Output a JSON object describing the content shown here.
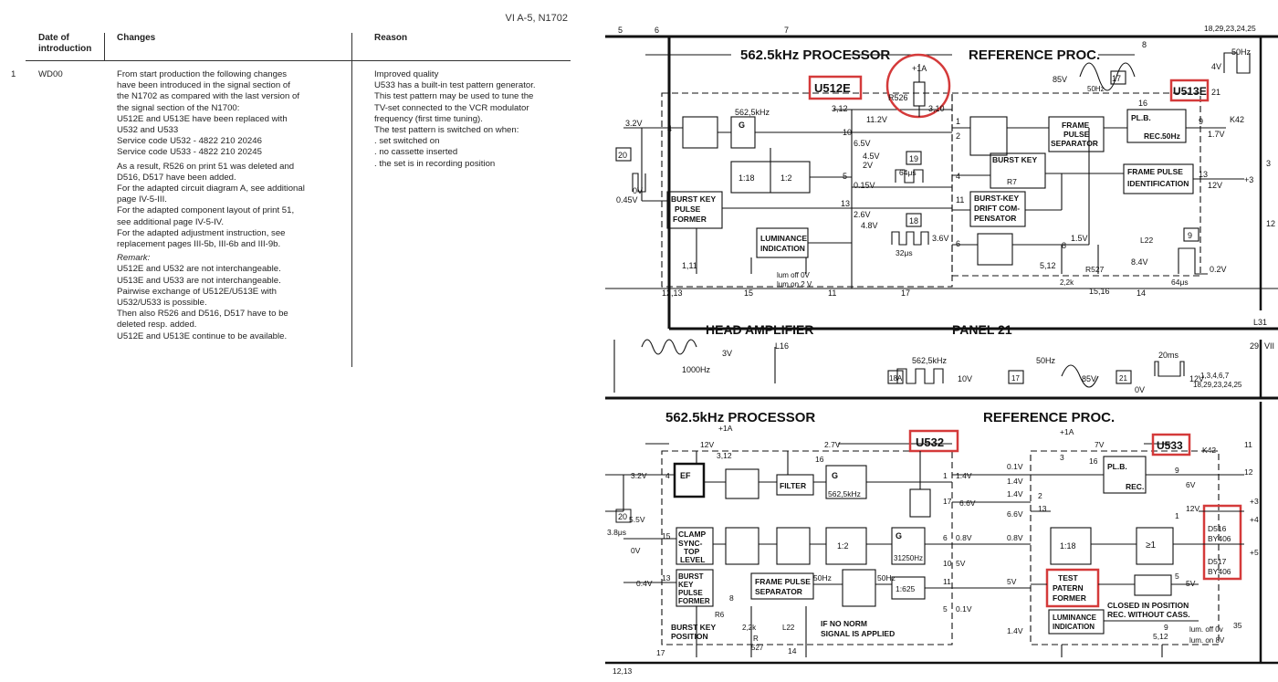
{
  "document": {
    "page_ref": "VI A-5, N1702",
    "headers": {
      "date": "Date of introduction",
      "changes": "Changes",
      "reason": "Reason"
    },
    "row": {
      "number": "1",
      "date": "WD00",
      "changes": [
        "From start production the following changes",
        "have been introduced in the signal section of",
        "the N1702 as compared with the last version of",
        "the signal section of the N1700:",
        "U512E and U513E have been replaced with",
        "U532 and U533",
        "Service code U532 - 4822 210 20246",
        "Service code U533 - 4822 210 20245"
      ],
      "changes_2": [
        "As a result, R526 on print 51 was deleted and",
        "D516, D517 have been added."
      ],
      "changes_3": [
        "For the adapted circuit diagram A, see additional",
        "page IV-5-III."
      ],
      "changes_4": [
        "For the adapted component layout of print 51,",
        "see additional page IV-5-IV."
      ],
      "changes_5": [
        "For the adapted adjustment instruction, see",
        "replacement pages III-5b, III-6b and III-9b."
      ],
      "remark_title": "Remark:",
      "remark": [
        "U512E and U532 are not interchangeable.",
        "U513E and U533 are not interchangeable.",
        "Pairwise exchange of U512E/U513E with",
        "U532/U533 is possible.",
        "Then also R526 and D516, D517 have to be",
        "deleted resp. added.",
        "U512E and U513E continue to be available."
      ],
      "reason": [
        "Improved quality",
        "U533 has a built-in test pattern generator.",
        "This test pattern may be used to tune the",
        "TV-set connected to the VCR modulator",
        "frequency (first time tuning).",
        "The test pattern is switched on when:",
        ". set switched on",
        ". no cassette inserted",
        ". the set is in recording position"
      ]
    }
  },
  "schematic_top": {
    "title_left": "562.5kHz  PROCESSOR",
    "title_right": "REFERENCE  PROC.",
    "ic_left": "U512E",
    "ic_right": "U513E",
    "resistor": "R526",
    "supply": "+1A",
    "blocks": {
      "frame_pulse_sep": [
        "FRAME",
        "PULSE",
        "SEPARATOR"
      ],
      "frame_pulse_id": [
        "FRAME  PULSE",
        "IDENTIFICATION"
      ],
      "burst_key_drift": [
        "BURST-KEY",
        "DRIFT COM-",
        "PENSATOR"
      ],
      "burst_key_pulse": [
        "BURST KEY",
        "PULSE",
        "FORMER"
      ],
      "luminance": [
        "LUMINANCE",
        "INDICATION"
      ],
      "burst_key": "BURST KEY",
      "divider_a": "1:18",
      "divider_b": "1:2",
      "pl_b": "PL.B.",
      "rec": "REC.",
      "f50": "50Hz",
      "f562": "562,5kHz",
      "g": "G",
      "r7": "R7"
    },
    "values": {
      "v32": "3.2V",
      "v045": "0.45V",
      "v0": "0V",
      "v112": "11.2V",
      "v65": "6.5V",
      "v45": "4.5V",
      "v2": "2V",
      "v015": "0.15V",
      "v26": "2.6V",
      "v48": "4.8V",
      "v36": "3.6V",
      "v15": "1.5V",
      "v84": "8.4V",
      "vm02": "0.2V",
      "v17": "1.7V",
      "v12": "12V",
      "v85": "85V",
      "v4": "4V",
      "f50hz": "50Hz",
      "f50hz2": "50Hz",
      "t64": "64μs",
      "t32": "32μs",
      "t64b": "64μs",
      "lum": [
        "lum off 0V",
        "lum on 2 V"
      ],
      "k42": "K42",
      "p3": "+3",
      "r527": "R527",
      "l22": "L22",
      "r22k": "2,2k",
      "bus": "18,29,23,24,25"
    },
    "tags": {
      "t17": "17",
      "t19": "19",
      "t18": "18",
      "t20": "20",
      "t9": "9",
      "t21": "21"
    },
    "pins": [
      "5",
      "6",
      "7",
      "8",
      "3,12",
      "3,10",
      "4",
      "10",
      "5",
      "4",
      "13",
      "6",
      "11",
      "1",
      "2",
      "16",
      "9",
      "13",
      "8",
      "5,12",
      "15,16",
      "14",
      "17",
      "1,11",
      "12,13",
      "15",
      "11",
      "3",
      "12",
      "L31"
    ]
  },
  "schematic_mid": {
    "head_amp": "HEAD  AMPLIFIER",
    "panel": "PANEL 21",
    "f1000": "1000Hz",
    "v3": "3V",
    "l16": "L16",
    "f562": "562,5kHz",
    "v10": "10V",
    "tag18a": "18A",
    "tag17": "17",
    "f50": "50Hz",
    "v85": "85V",
    "tag21": "21",
    "t20ms": "20ms",
    "v0": "0V",
    "v12": "12V",
    "bus": [
      "1,3,4,6,7",
      "18,29,23,24,25"
    ],
    "pin29": "29",
    "vii": "VII"
  },
  "schematic_bottom": {
    "title_left": "562.5kHz  PROCESSOR",
    "title_right": "REFERENCE  PROC.",
    "ic_left": "U532",
    "ic_right": "U533",
    "supply_left": "+1A",
    "supply_right": "+1A",
    "blocks": {
      "ef": "EF",
      "filter": "FILTER",
      "g1": "G",
      "f562": "562,5kHz",
      "g2": "G",
      "f31250": "31250Hz",
      "clamp": [
        "CLAMP",
        "SYNC-",
        "TOP",
        "LEVEL"
      ],
      "burst_key_pulse": [
        "BURST",
        "KEY",
        "PULSE",
        "FORMER"
      ],
      "r6": "R6",
      "burst_key_pos": [
        "BURST KEY",
        "POSITION"
      ],
      "frame_pulse_sep": [
        "FRAME PULSE",
        "SEPARATOR"
      ],
      "div12": "1:2",
      "div1625": "1:625",
      "div118": "1:18",
      "test_pattern": [
        "TEST",
        "PATERN",
        "FORMER"
      ],
      "luminance": [
        "LUMINANCE",
        "INDICATION"
      ],
      "pl_b": "PL.B.",
      "rec": "REC.",
      "ge1": "≥1",
      "closed": [
        "CLOSED IN POSITION",
        "REC. WITHOUT CASS."
      ],
      "if_no_norm": [
        "IF NO NORM",
        "SIGNAL IS APPLIED"
      ],
      "f50a": "50Hz",
      "f50b": "50Hz"
    },
    "diodes": {
      "d516": "D516",
      "by406a": "BY406",
      "d517": "D517",
      "by406b": "BY406"
    },
    "values": {
      "v12": "12V",
      "v27": "2.7V",
      "v32": "3.2V",
      "v55": "5.5V",
      "t38": "3.8μs",
      "v0": "0V",
      "v04": "0.4V",
      "v14": "1.4V",
      "v66": "6.6V",
      "v08": "0.8V",
      "v5": "5V",
      "v01": "0.1V",
      "v5b": "5V",
      "v01b": "0.1V",
      "v14b": "1.4V",
      "v14c": "1.4V",
      "v66b": "6.6V",
      "v08b": "0.8V",
      "v7": "7V",
      "v6": "6V",
      "v12b": "12V",
      "v5c": "5V",
      "v14d": "1.4V",
      "lum": [
        "lum. off  0v",
        "lum. on   8V"
      ],
      "k42": "K42",
      "p3": "+3",
      "p4": "+4",
      "p5": "+5",
      "r527": "R",
      "r527b": "527",
      "l22": "L22",
      "r22k": "2,2k",
      "p35": "35"
    },
    "tags": {
      "t20": "20"
    },
    "pins": [
      "3,12",
      "4",
      "15",
      "13",
      "8",
      "16",
      "1",
      "17",
      "6",
      "10",
      "11",
      "5",
      "14",
      "12,13",
      "17",
      "3",
      "16",
      "9",
      "2",
      "13",
      "1",
      "5",
      "5,12",
      "9",
      "12",
      "11"
    ]
  }
}
